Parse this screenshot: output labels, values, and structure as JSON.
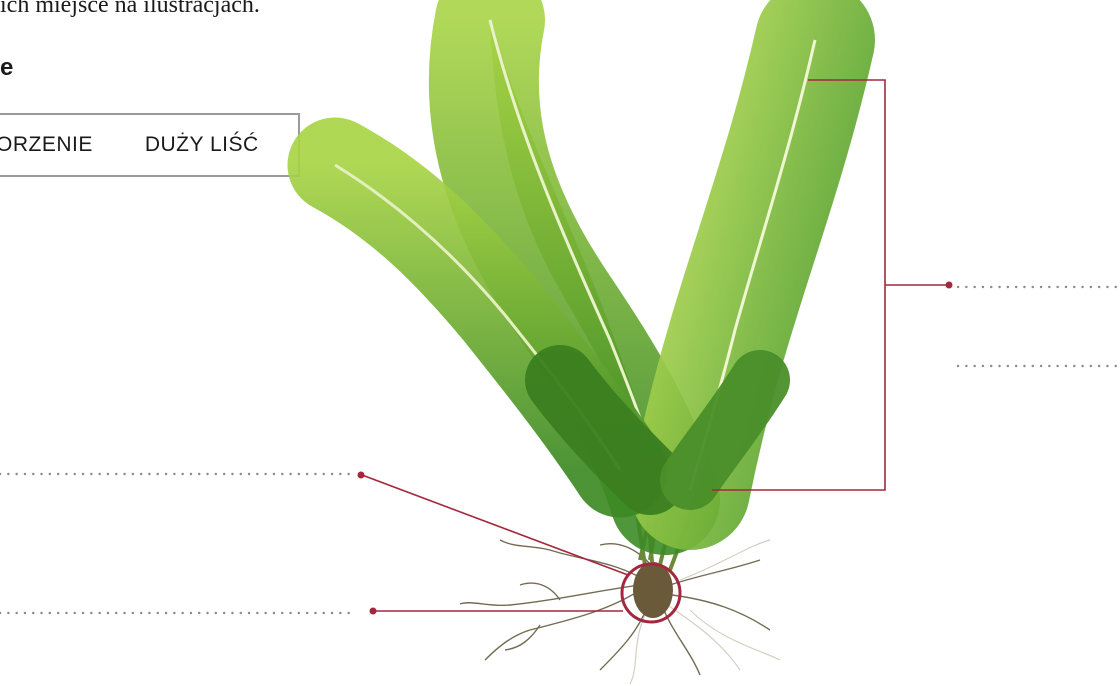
{
  "instruction": "ich miejsce na ilustracjach.",
  "heading_letter": "e",
  "word_bank": [
    "ORZENIE",
    "DUŻY LIŚĆ"
  ],
  "colors": {
    "leader_line": "#a3283d",
    "dots": "#8a8a8a",
    "leaf_light": "#9ccc3a",
    "leaf_dark": "#3f8a22",
    "border": "#9a9a9a"
  },
  "illustration": "fern-plant-with-root"
}
